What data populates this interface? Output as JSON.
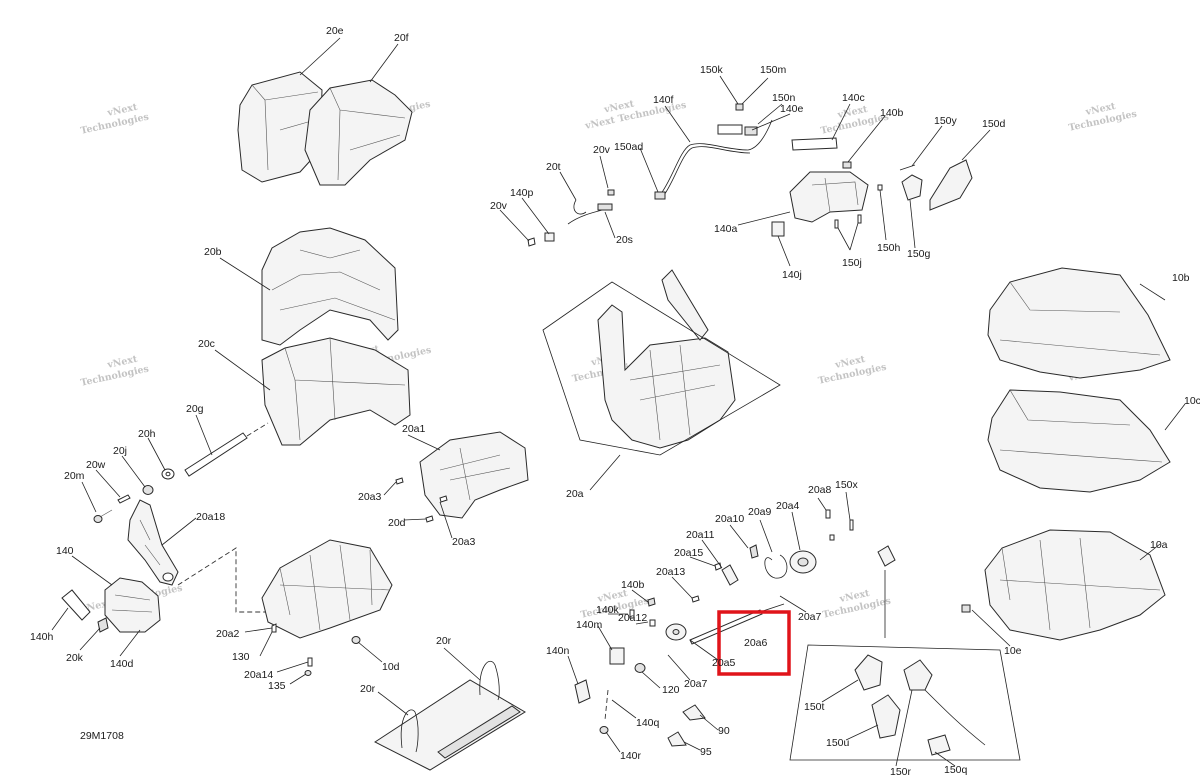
{
  "drawing_code": "29M1708",
  "watermark": {
    "line1": "vNext",
    "line2": "Technologies",
    "combined": "vNext Technologies"
  },
  "highlight": {
    "label": "20a6",
    "color": "#e0141a"
  },
  "labels": {
    "l20e": "20e",
    "l20f": "20f",
    "l20b": "20b",
    "l20c": "20c",
    "l20g": "20g",
    "l20h": "20h",
    "l20j": "20j",
    "l20w": "20w",
    "l20m": "20m",
    "l20a18": "20a18",
    "l140": "140",
    "l140h": "140h",
    "l20k": "20k",
    "l140d": "140d",
    "l20a1": "20a1",
    "l20a3a": "20a3",
    "l20d": "20d",
    "l20a3b": "20a3",
    "l20a2": "20a2",
    "l130": "130",
    "l20a14": "20a14",
    "l135": "135",
    "l10d": "10d",
    "l20r": "20r",
    "l20rb": "20r",
    "l150k": "150k",
    "l150m": "150m",
    "l140f": "140f",
    "l150n": "150n",
    "l140e": "140e",
    "l140c": "140c",
    "l140b_top": "140b",
    "l150y": "150y",
    "l150d": "150d",
    "l150ad": "150ad",
    "l20t": "20t",
    "l20v1": "20v",
    "l140p": "140p",
    "l20v2": "20v",
    "l20s": "20s",
    "l140a": "140a",
    "l140j": "140j",
    "l150j": "150j",
    "l150h": "150h",
    "l150g": "150g",
    "l10b": "10b",
    "l10c": "10c",
    "l20a": "20a",
    "l20a10": "20a10",
    "l20a9": "20a9",
    "l20a4": "20a4",
    "l20a8": "20a8",
    "l150x": "150x",
    "l20a11": "20a11",
    "l20a15": "20a15",
    "l20a13": "20a13",
    "l140b": "140b",
    "l140k": "140k",
    "l20a6": "20a6",
    "l140m": "140m",
    "l20a12": "20a12",
    "l20a7a": "20a7",
    "l20a5": "20a5",
    "l20a7b": "20a7",
    "l120": "120",
    "l140n": "140n",
    "l140q": "140q",
    "l140r": "140r",
    "l90": "90",
    "l95": "95",
    "l10a": "10a",
    "l10e": "10e",
    "l150t": "150t",
    "l150u": "150u",
    "l150r": "150r",
    "l150q": "150q"
  }
}
